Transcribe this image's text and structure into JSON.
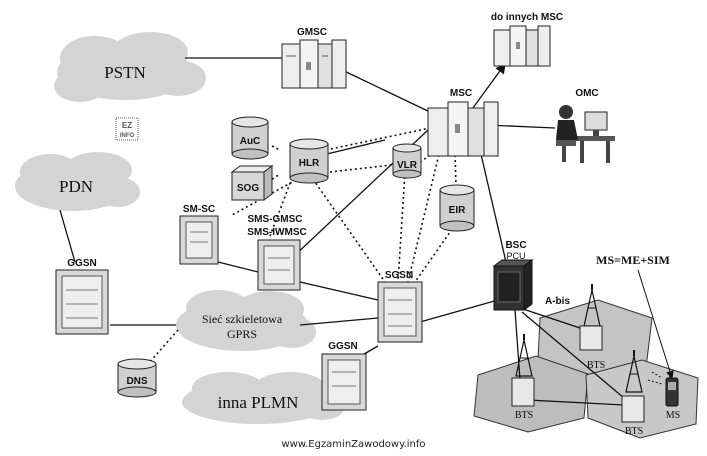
{
  "colors": {
    "cloud": "#d4d4d4",
    "cell": "#c0c0c0",
    "equipment": "#e8e8e8",
    "line": "#111111"
  },
  "labels": {
    "pstn": "PSTN",
    "pdn": "PDN",
    "gmsc": "GMSC",
    "other_msc": "do innych MSC",
    "msc": "MSC",
    "omc": "OMC",
    "auc": "AuC",
    "hlr": "HLR",
    "vlr": "VLR",
    "sog": "SOG",
    "eir": "EIR",
    "smsc": "SM-SC",
    "sms_gmsc": "SMS-GMSC",
    "sms_iwmsc": "SMS-IWMSC",
    "sgsn": "SGSN",
    "bsc": "BSC",
    "pcu": "PCU",
    "abis": "A-bis",
    "ms_formula": "MS=ME+SIM",
    "ggsn_left": "GGSN",
    "ggsn_bottom": "GGSN",
    "backbone_line1": "Sieć szkieletowa",
    "backbone_line2": "GPRS",
    "dns": "DNS",
    "other_plmn": "inna PLMN",
    "bts1": "BTS",
    "bts2": "BTS",
    "bts3": "BTS",
    "ms": "MS",
    "logo_line1": "EZ",
    "logo_line2": "INFO"
  },
  "footer": {
    "url": "www.EgzaminZawodowy.info"
  }
}
